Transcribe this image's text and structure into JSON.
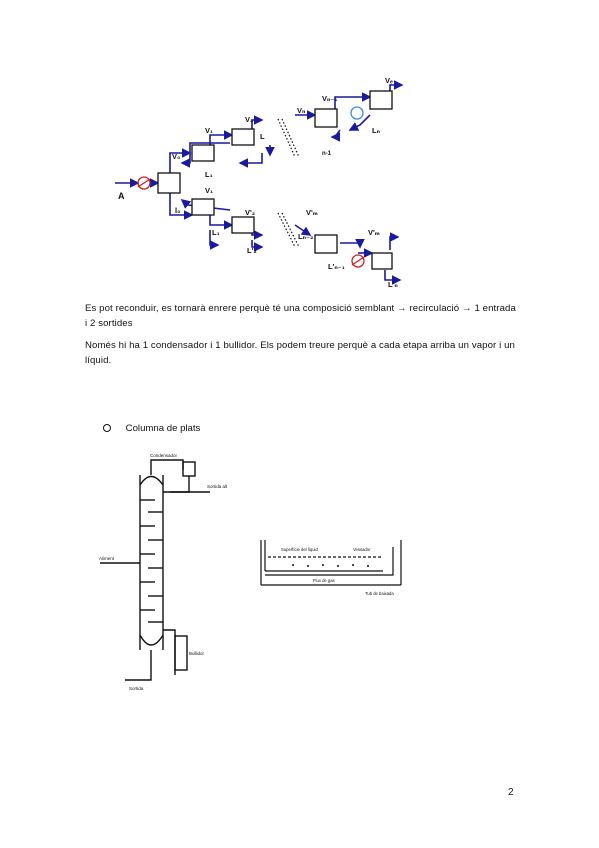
{
  "figure1": {
    "labels": {
      "feed": "A",
      "v0": "V₀",
      "v1_up": "V₁",
      "v2": "V₂",
      "l_top": "L",
      "l1_up": "L₁",
      "vn1_up": "Vₙ₋₁",
      "vn": "Vₙ",
      "vn_out": "Vₑ",
      "ln": "Lₙ",
      "n1": "n-1",
      "l0": "l₀",
      "v1_low": "V₁",
      "v2p": "V'₂",
      "l1_low": "L₁",
      "l2p": "L'₂",
      "vpn": "V'ₘ",
      "vpn2": "V'ₘ",
      "ln2": "Lₙ₋₂",
      "lpn1": "L'ₙ₋₁",
      "lpn": "L'ₙ"
    }
  },
  "paragraph1": "Es pot reconduir, es tornarà enrere perquè té una composició semblant → recirculació → 1 entrada i 2 sortides",
  "paragraph2": "Només hi ha 1 condensador i 1 bullidor. Els podem treure perquè a cada etapa arriba un vapor i un líquid.",
  "bullet": "Columna de plats",
  "figure2": {
    "condenser": "Condensador",
    "top_out": "Sortida alt",
    "feed": "Aliment",
    "reboiler": "Bullidor",
    "bottom_out": "Sortida"
  },
  "figure3": {
    "surface": "Superfície del líquid",
    "weir": "Vessador",
    "gas_flow": "Flux de gas",
    "tube": "Tub de baixada"
  },
  "page_number": "2",
  "colors": {
    "arrow": "#1a1a9c",
    "line": "#111111",
    "heater": "#cc2222"
  }
}
